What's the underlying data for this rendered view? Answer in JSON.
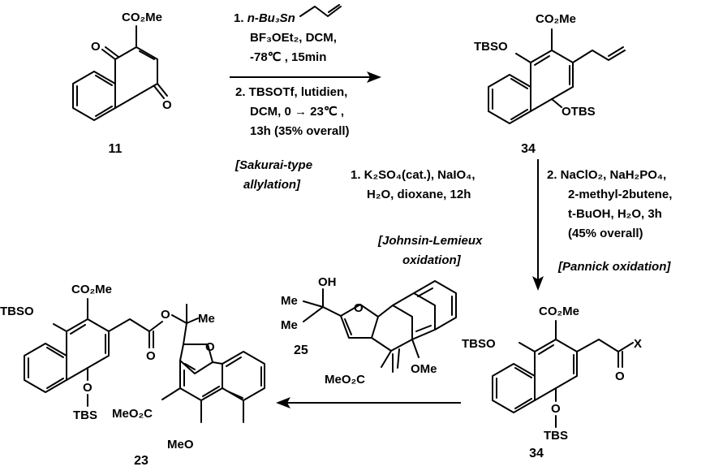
{
  "compounds": {
    "c11": {
      "number": "11",
      "ester": "CO₂Me",
      "oxo_top": "O",
      "oxo_bottom": "O"
    },
    "c34_top": {
      "number": "34",
      "ester": "CO₂Me",
      "tbso": "TBSO",
      "otbs": "OTBS"
    },
    "c34_bottom": {
      "number": "34",
      "ester": "CO₂Me",
      "tbso": "TBSO",
      "x_group": "X",
      "carbonyl_o": "O",
      "o_link": "O",
      "tbs": "TBS"
    },
    "c25": {
      "number": "25",
      "oh": "OH",
      "me": "Me",
      "ring_o": "O",
      "ester": "MeO₂C",
      "ome": "OMe"
    },
    "c23": {
      "number": "23",
      "ester": "CO₂Me",
      "tbso": "TBSO",
      "o_link": "O",
      "tbs": "TBS",
      "carbonyl_o": "O",
      "ester_o": "O",
      "me_right": "Me",
      "me_top": "",
      "ring_o": "O",
      "ester2": "MeO₂C",
      "meo": "MeO"
    }
  },
  "step1": {
    "line1_num": "1. ",
    "line1_reagent": "n-Bu₃Sn",
    "line2": "BF₃OEt₂, DCM,",
    "line3": "-78℃ , 15min",
    "line4": "2. TBSOTf, lutidien,",
    "line5": "DCM, 0 → 23℃ ,",
    "line6": "13h (35% overall)",
    "name_line1": "[Sakurai-type",
    "name_line2": "allylation]"
  },
  "step2": {
    "left_line1": "1. K₂SO₄(cat.), NaIO₄,",
    "left_line2": "H₂O, dioxane, 12h",
    "left_name1": "[Johnsin-Lemieux",
    "left_name2": "oxidation]",
    "right_line1": "2. NaClO₂, NaH₂PO₄,",
    "right_line2": "2-methyl-2butene,",
    "right_line3": "t-BuOH, H₂O, 3h",
    "right_line4": "(45% overall)",
    "right_name": "[Pannick oxidation]"
  }
}
